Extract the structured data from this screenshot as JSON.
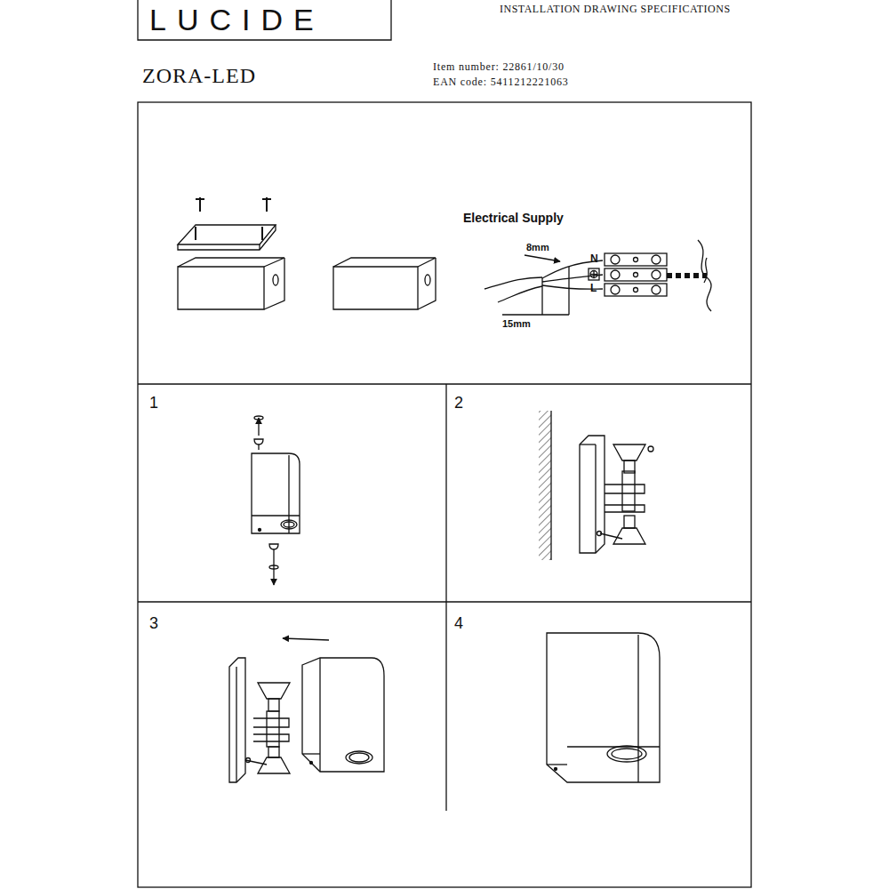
{
  "diagram": {
    "title": "ZORA-LED",
    "labels": [
      "LUCIDE",
      "INSTALLATION DRAWING SPECIFICATIONS",
      "Item number: 22861/10/30",
      "EAN code: 5411212221063",
      "Electrical Supply",
      "8mm",
      "15mm",
      "N",
      "L",
      "1",
      "2",
      "3",
      "4"
    ]
  }
}
